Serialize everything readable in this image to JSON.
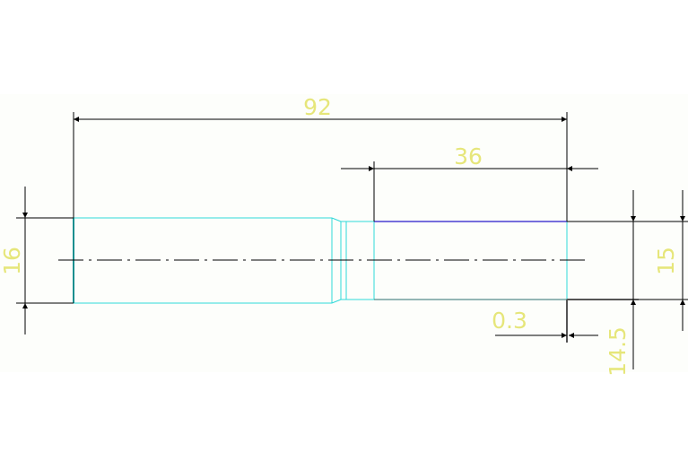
{
  "drawing": {
    "dimensions": {
      "overall_length": "92",
      "section_length": "36",
      "left_diameter": "16",
      "right_diameter": "15",
      "groove_offset": "0.3",
      "groove_diameter": "14.5"
    }
  },
  "colors": {
    "outline": "#2fd9d9",
    "dimension": "#000000",
    "dimension_text": "#e6e67a",
    "top_edge": "#4a3fd1",
    "background": "#fdfefb"
  }
}
